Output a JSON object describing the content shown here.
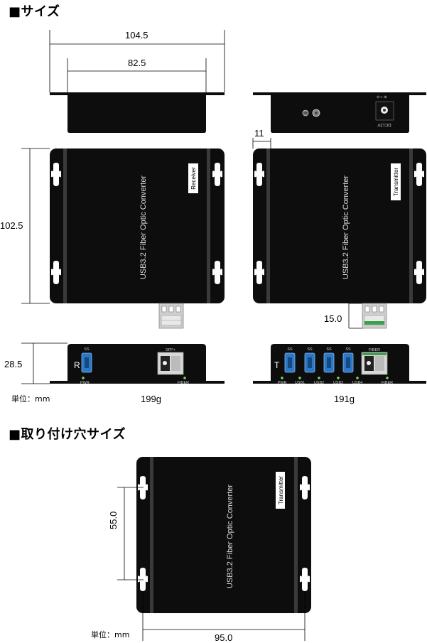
{
  "headings": {
    "size": "■サイズ",
    "mounting": "■取り付け穴サイズ"
  },
  "dimensions": {
    "overall_width": "104.5",
    "inner_width": "82.5",
    "side_offset": "11",
    "depth": "102.5",
    "sfp_protrusion": "15.0",
    "height": "28.5",
    "hole_spacing_vertical": "55.0",
    "hole_spacing_horizontal": "95.0"
  },
  "units": {
    "top": "単位：mm",
    "bottom": "単位：mm"
  },
  "weights": {
    "receiver": "199g",
    "transmitter": "191g"
  },
  "device": {
    "product_name": "USB3.2 Fiber Optic Converter",
    "receiver_label": "Receiver",
    "transmitter_label": "Transmitter",
    "dc_label": "DC12V"
  },
  "receiver_front": {
    "letter": "R",
    "usb_logo": "SS",
    "sfp_label": "SFP+",
    "pwr_label": "PWR",
    "fiber_label": "FIBER"
  },
  "transmitter_front": {
    "letter": "T",
    "usb_logos": [
      "SS",
      "SS",
      "SS",
      "SS"
    ],
    "fiber_top_label": "FIBER",
    "led_labels": [
      "PWR",
      "USB1",
      "USB2",
      "USB3",
      "USB4",
      "FIBER"
    ]
  },
  "colors": {
    "enclosure": "#0d0d0d",
    "rail": "#3a3a3a",
    "usb_blue": "#2b78c8",
    "led_green": "#7ed957"
  }
}
